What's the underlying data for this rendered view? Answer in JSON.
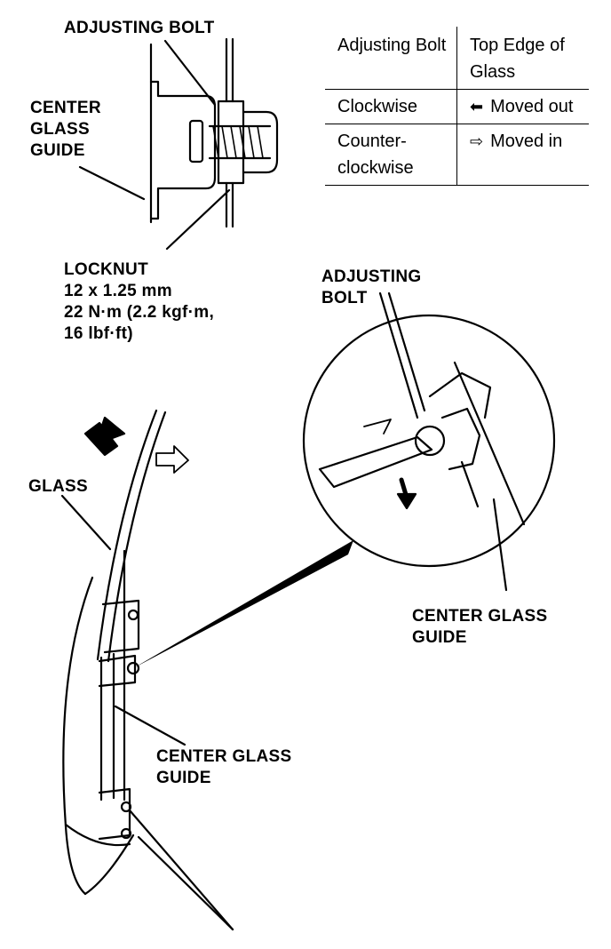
{
  "labels": {
    "adjusting_bolt_top": "ADJUSTING BOLT",
    "center_glass_guide_top": [
      "CENTER",
      "GLASS",
      "GUIDE"
    ],
    "locknut": [
      "LOCKNUT",
      "12 x 1.25 mm",
      "22 N·m (2.2 kgf·m,",
      "16 lbf·ft)"
    ],
    "adjusting_bolt_detail": [
      "ADJUSTING",
      "BOLT"
    ],
    "glass": "GLASS",
    "center_glass_guide_detail": [
      "CENTER GLASS",
      "GUIDE"
    ],
    "center_glass_guide_main": [
      "CENTER GLASS",
      "GUIDE"
    ]
  },
  "table": {
    "headers": [
      "Adjusting Bolt",
      "Top Edge of Glass"
    ],
    "rows": [
      {
        "bolt": "Clockwise",
        "arrow": "solid-left-arrow",
        "edge": "Moved out"
      },
      {
        "bolt": "Counter-clockwise",
        "arrow": "hollow-right-arrow",
        "edge": "Moved in"
      }
    ]
  }
}
